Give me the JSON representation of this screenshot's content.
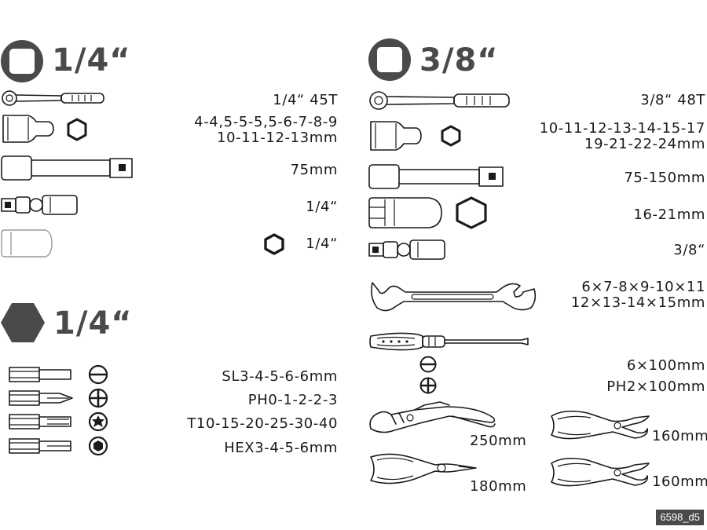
{
  "sections": {
    "left_socket": {
      "title": "1/4“",
      "icon": "square-drive-icon"
    },
    "left_bits": {
      "title": "1/4“",
      "icon": "hex-drive-icon"
    },
    "right_socket": {
      "title": "3/8“",
      "icon": "square-drive-icon"
    }
  },
  "left_items": {
    "ratchet": "1/4“ 45T",
    "sockets_line1": "4-4,5-5-5,5-6-7-8-9",
    "sockets_line2": "10-11-12-13mm",
    "extension": "75mm",
    "ujoint": "1/4“",
    "adapter": "1/4“"
  },
  "bits": {
    "slotted": "SL3-4-5-6-6mm",
    "phillips": "PH0-1-2-2-3",
    "torx": "T10-15-20-25-30-40",
    "hex": "HEX3-4-5-6mm"
  },
  "right_items": {
    "ratchet": "3/8“ 48T",
    "sockets_line1": "10-11-12-13-14-15-17",
    "sockets_line2": "19-21-22-24mm",
    "extension": "75-150mm",
    "spark_socket": "16-21mm",
    "ujoint": "3/8“",
    "wrench_line1": "6×7-8×9-10×11",
    "wrench_line2": "12×13-14×15mm",
    "screwdriver_line1": "6×100mm",
    "screwdriver_line2": "PH2×100mm"
  },
  "pliers": {
    "water_pump": "250mm",
    "cutter_a": "160mm",
    "combination": "180mm",
    "cutter_b": "160mm"
  },
  "badge": "6598_d5"
}
